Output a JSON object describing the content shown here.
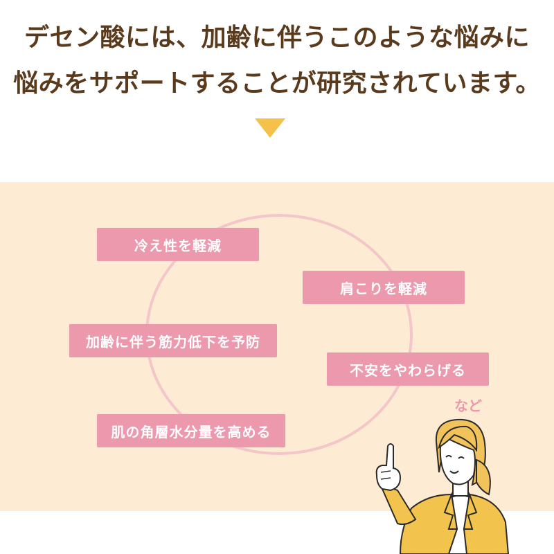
{
  "headline": {
    "line1": "デセン酸には、加齢に伴うこのような悩みに",
    "line2": "悩みをサポートすることが研究されています。"
  },
  "colors": {
    "headline": "#5a3a1c",
    "arrow": "#f4c24a",
    "panel_background": "#fdebd3",
    "circle": "#f4c6c9",
    "pill": "#ec98ad",
    "pill_text": "#ffffff",
    "jacket": "#f3c44d",
    "hair": "#f1c35a"
  },
  "benefits": [
    "冷え性を軽減",
    "肩こりを軽減",
    "加齢に伴う筋力低下を予防",
    "不安をやわらげる",
    "肌の角層水分量を高める"
  ],
  "etc_label": "など",
  "icons": {
    "arrow": "triangle-down-icon",
    "illustration": "woman-pointing-illustration"
  }
}
